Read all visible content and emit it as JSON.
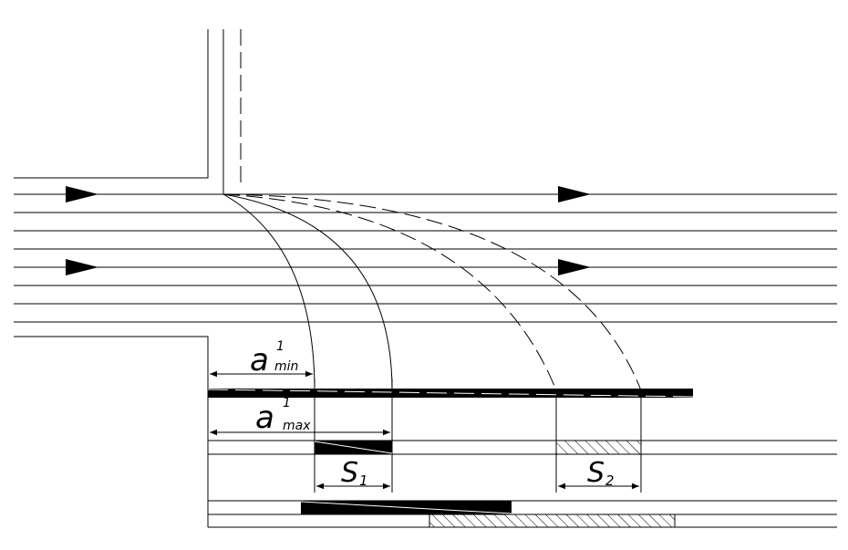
{
  "labels": {
    "a_min_base": "a",
    "a_min_sup": "1",
    "a_min_sub": "min",
    "a_max_base": "a",
    "a_max_sup": "1",
    "a_max_sub": "max",
    "s1_base": "S",
    "s1_sub": "1",
    "s2_base": "S",
    "s2_sub": "2"
  },
  "colors": {
    "ink": "#000000",
    "background": "#ffffff"
  }
}
